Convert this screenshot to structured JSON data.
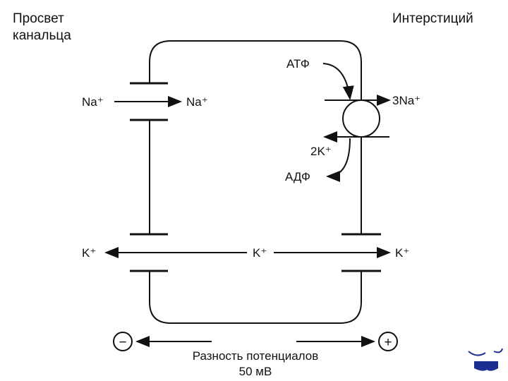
{
  "labels": {
    "lumen": [
      "Просвет",
      "канальца"
    ],
    "interstitium": "Интерстиций",
    "atp": "АТФ",
    "adp": "АДФ",
    "na_left": "Na⁺",
    "na_right": "Na⁺",
    "three_na": "3Na⁺",
    "two_k": "2K⁺",
    "k_left": "K⁺",
    "k_middle": "K⁺",
    "k_right": "K⁺",
    "minus": "−",
    "plus": "+",
    "potential_difference": "Разность потенциалов",
    "voltage": "50 мВ"
  },
  "nav": {
    "next_icon": "next-arrow-icon"
  },
  "colors": {
    "nav_icon": "#1a2f8f",
    "ink": "#111111"
  }
}
